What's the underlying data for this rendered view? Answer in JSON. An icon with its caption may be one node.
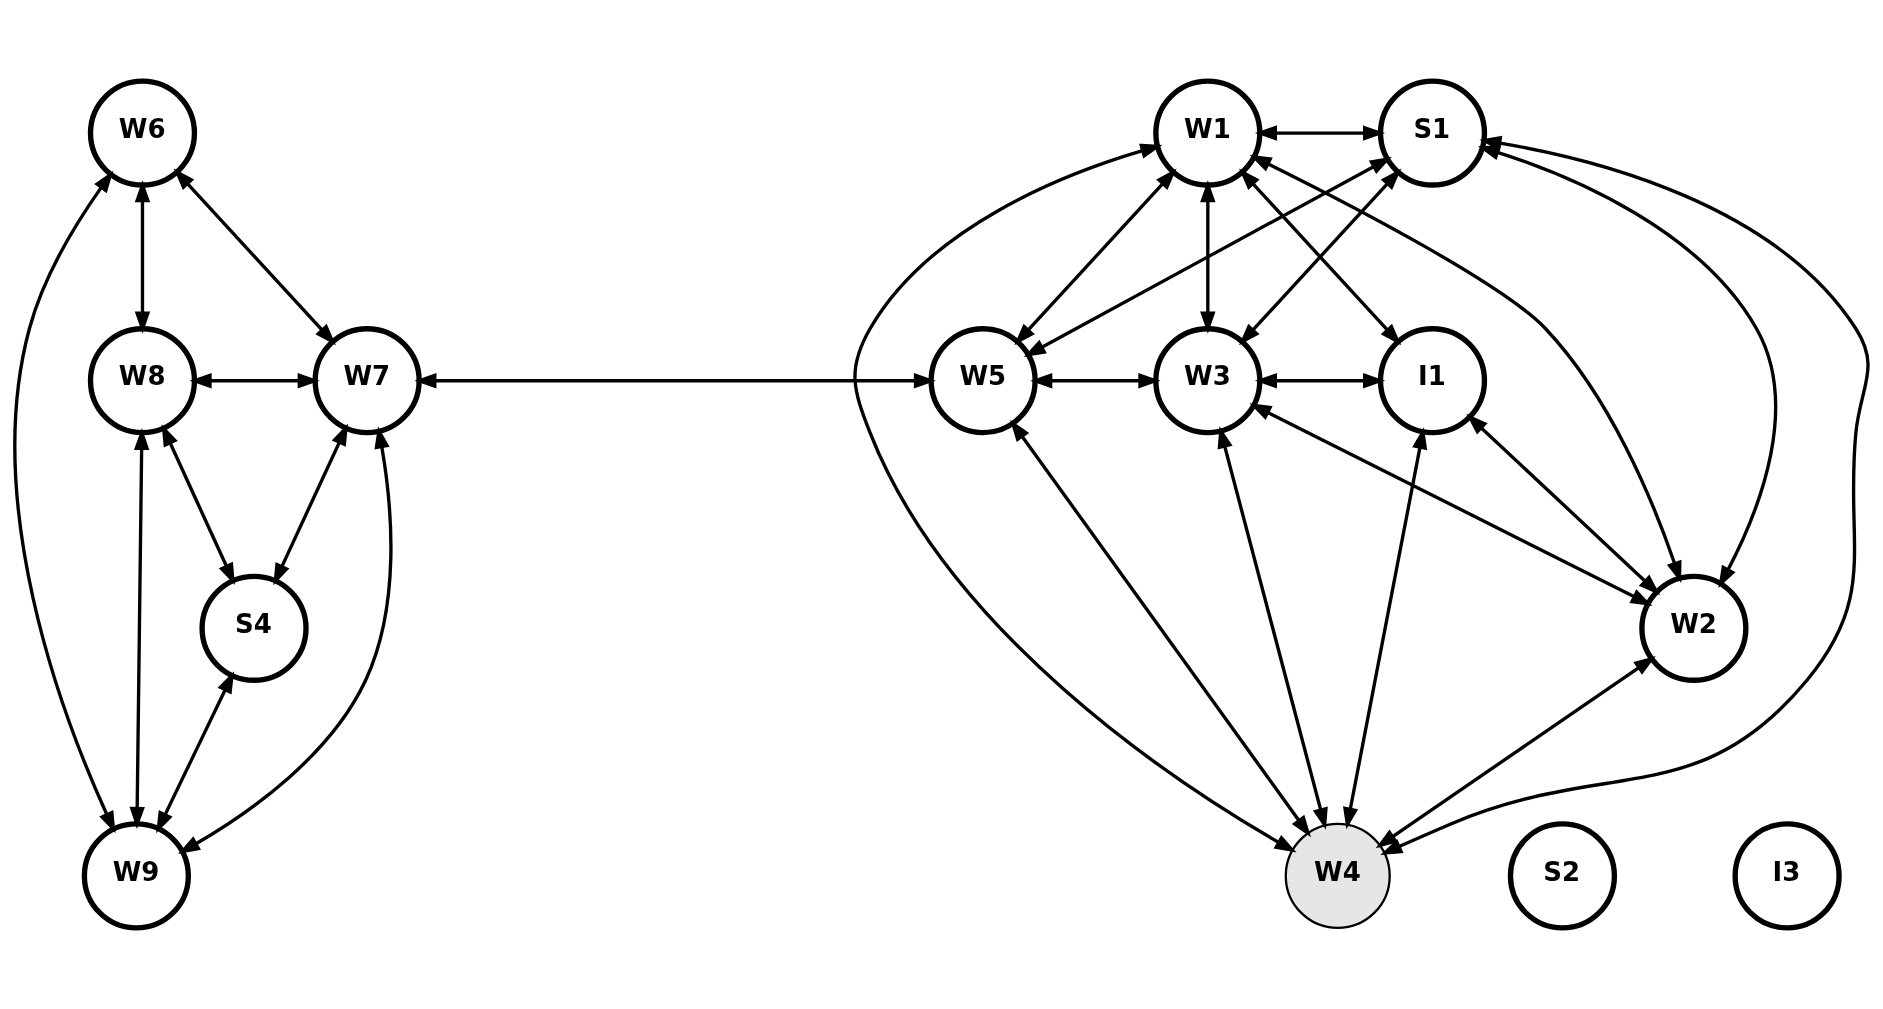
{
  "diagram": {
    "nodes": [
      {
        "text": [
          "W6"
        ]
      },
      {
        "text": [
          "W1"
        ]
      },
      {
        "text": [
          "S1"
        ]
      },
      {
        "text": [
          "W8"
        ]
      },
      {
        "text": [
          "W7"
        ]
      },
      {
        "text": [
          "W5"
        ]
      },
      {
        "text": [
          "W3"
        ]
      },
      {
        "text": [
          "I1"
        ]
      },
      {
        "text": [
          "W2"
        ]
      },
      {
        "text": [
          "S4"
        ]
      },
      {
        "text": [
          "W9"
        ]
      },
      {
        "text": [
          "S2"
        ]
      },
      {
        "text": [
          "I3"
        ]
      },
      {
        "text": [
          "W4"
        ]
      }
    ],
    "edges": [
      {
        "from": 0,
        "to": 10,
        "arrow": "both"
      },
      {
        "from": 0,
        "to": 3,
        "arrow": "both"
      },
      {
        "from": 0,
        "to": 4,
        "arrow": "both"
      },
      {
        "from": 3,
        "to": 4,
        "arrow": "both"
      },
      {
        "from": 3,
        "to": 9,
        "arrow": "both"
      },
      {
        "from": 3,
        "to": 10,
        "arrow": "both"
      },
      {
        "from": 4,
        "to": 9,
        "arrow": "both"
      },
      {
        "from": 4,
        "to": 10,
        "arrow": "both"
      },
      {
        "from": 9,
        "to": 10,
        "arrow": "both"
      },
      {
        "from": 4,
        "to": 5,
        "arrow": "both"
      },
      {
        "from": 1,
        "to": 2,
        "arrow": "both"
      },
      {
        "from": 1,
        "to": 5,
        "arrow": "both"
      },
      {
        "from": 1,
        "to": 6,
        "arrow": "both"
      },
      {
        "from": 1,
        "to": 7,
        "arrow": "both"
      },
      {
        "from": 1,
        "to": 8,
        "arrow": "both"
      },
      {
        "from": 1,
        "to": 13,
        "arrow": "both"
      },
      {
        "from": 2,
        "to": 5,
        "arrow": "both"
      },
      {
        "from": 2,
        "to": 8,
        "arrow": "both"
      },
      {
        "from": 2,
        "to": 6,
        "arrow": "both"
      },
      {
        "from": 2,
        "to": 13,
        "arrow": "both"
      },
      {
        "from": 5,
        "to": 6,
        "arrow": "both"
      },
      {
        "from": 5,
        "to": 13,
        "arrow": "both"
      },
      {
        "from": 6,
        "to": 7,
        "arrow": "both"
      },
      {
        "from": 6,
        "to": 8,
        "arrow": "both"
      },
      {
        "from": 6,
        "to": 13,
        "arrow": "both"
      },
      {
        "from": 7,
        "to": 8,
        "arrow": "both"
      },
      {
        "from": 7,
        "to": 13,
        "arrow": "both"
      },
      {
        "from": 8,
        "to": 13,
        "arrow": "both"
      }
    ]
  }
}
